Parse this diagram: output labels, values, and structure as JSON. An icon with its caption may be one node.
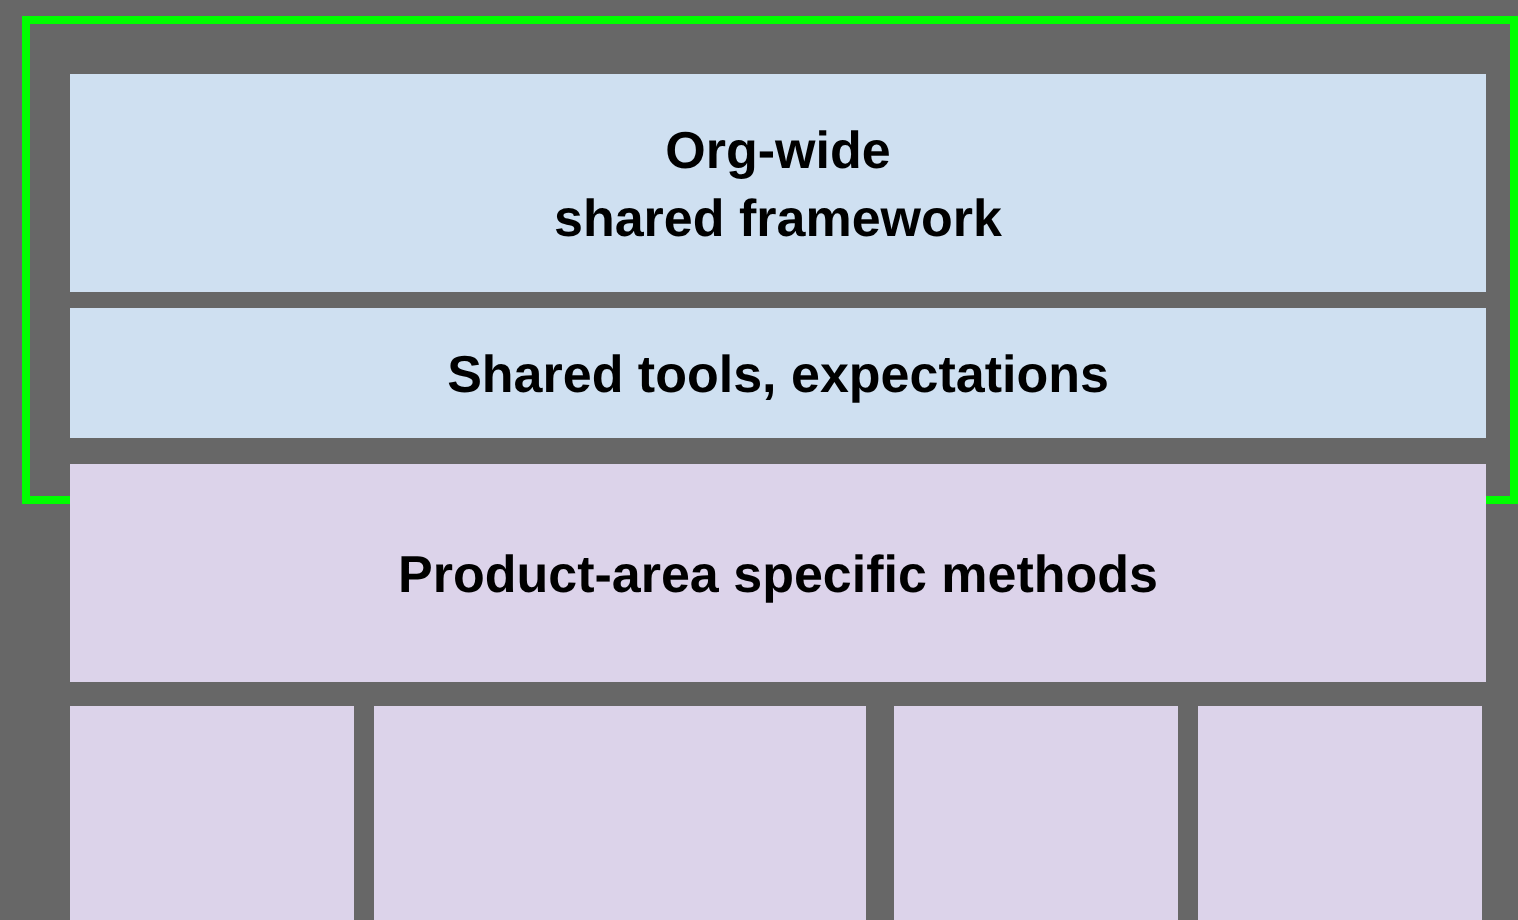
{
  "diagram": {
    "nodes": [
      {
        "text": [],
        "shape": "box"
      },
      {
        "text": [
          "Org-wide shared framework"
        ],
        "in": 0
      },
      {
        "text": [
          "Shared tools, expectations"
        ],
        "in": 0
      },
      {
        "text": [
          "Product-area specific methods"
        ]
      },
      {
        "text": [],
        "shape": "box"
      },
      {
        "text": [],
        "shape": "box"
      },
      {
        "text": [],
        "shape": "box"
      },
      {
        "text": [],
        "shape": "box"
      }
    ],
    "edges": []
  }
}
